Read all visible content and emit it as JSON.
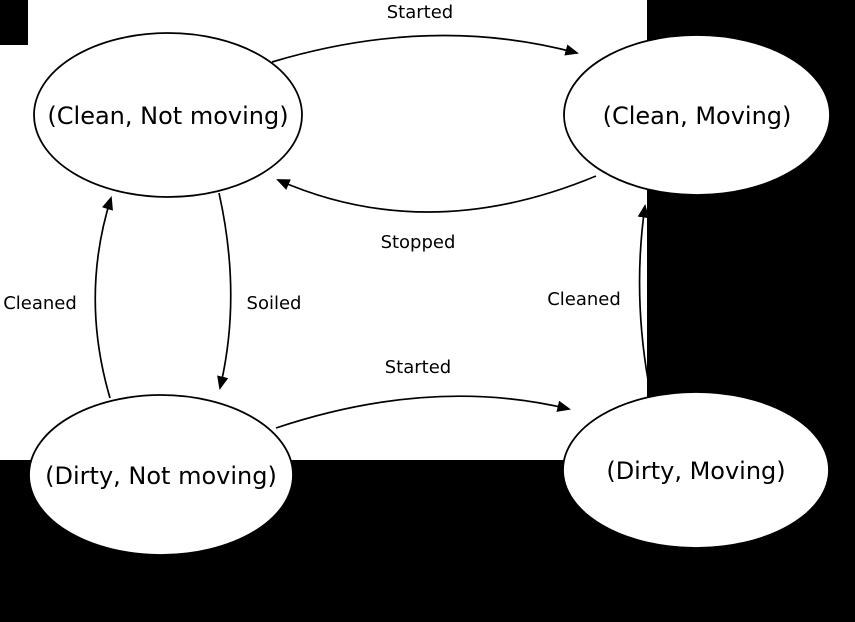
{
  "diagram": {
    "type": "state-machine",
    "states": [
      {
        "id": "clean-not-moving",
        "label": "(Clean, Not moving)"
      },
      {
        "id": "clean-moving",
        "label": "(Clean, Moving)"
      },
      {
        "id": "dirty-not-moving",
        "label": "(Dirty, Not moving)"
      },
      {
        "id": "dirty-moving",
        "label": "(Dirty, Moving)"
      }
    ],
    "transitions": [
      {
        "id": "started-top",
        "label": "Started",
        "from": "(Clean, Not moving)",
        "to": "(Clean, Moving)"
      },
      {
        "id": "stopped",
        "label": "Stopped",
        "from": "(Clean, Moving)",
        "to": "(Clean, Not moving)"
      },
      {
        "id": "cleaned-left",
        "label": "Cleaned",
        "from": "(Dirty, Not moving)",
        "to": "(Clean, Not moving)"
      },
      {
        "id": "soiled",
        "label": "Soiled",
        "from": "(Clean, Not moving)",
        "to": "(Dirty, Not moving)"
      },
      {
        "id": "started-bottom",
        "label": "Started",
        "from": "(Dirty, Not moving)",
        "to": "(Dirty, Moving)"
      },
      {
        "id": "cleaned-right",
        "label": "Cleaned",
        "from": "(Dirty, Moving)",
        "to": "(Clean, Moving)"
      }
    ],
    "colors": {
      "background": "#ffffff",
      "void_background": "#000000",
      "node_fill": "#ffffff",
      "stroke": "#000000"
    }
  }
}
